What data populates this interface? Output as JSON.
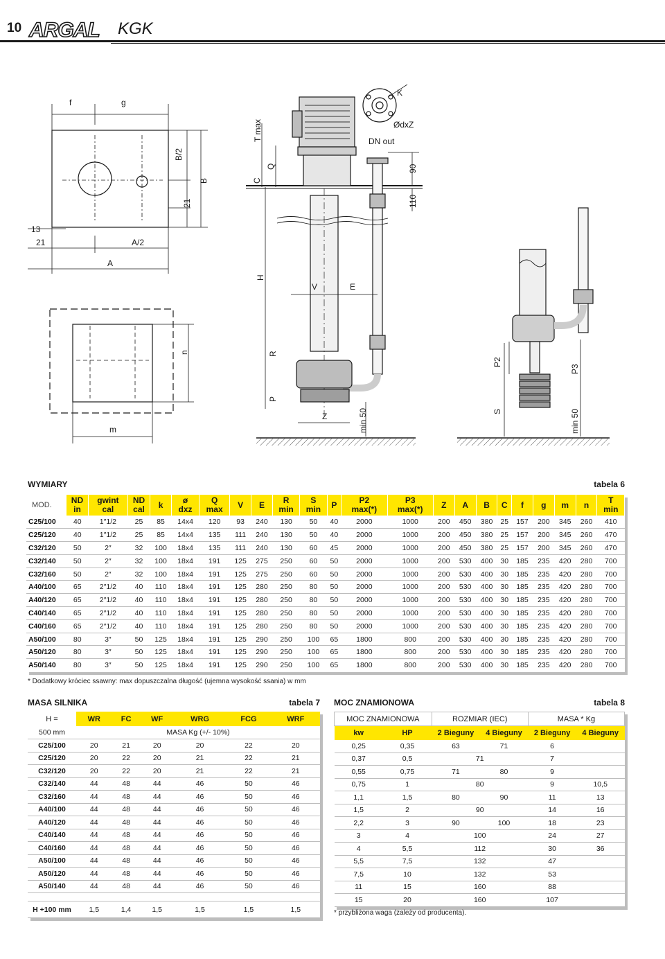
{
  "header": {
    "page_number": "10",
    "logo_text": "ARGAL",
    "model": "KGK"
  },
  "drawing_labels": {
    "f": "f",
    "g": "g",
    "b_half": "B/2",
    "b": "B",
    "d21_v": "21",
    "d13": "13",
    "d21_h": "21",
    "a_half": "A/2",
    "a": "A",
    "n": "n",
    "m": "m",
    "t_max": "T max",
    "q": "Q",
    "c": "C",
    "h": "H",
    "v": "V",
    "e": "E",
    "r": "R",
    "p": "P",
    "z": "Z",
    "min50": "min 50",
    "dn_out": "DN out",
    "d90": "90",
    "d110": "110",
    "k": "K",
    "odxz": "ØdxZ",
    "p2": "P2",
    "p3": "P3",
    "s": "S",
    "min50_b": "min 50"
  },
  "table6": {
    "section_title": "WYMIARY",
    "label": "tabela 6",
    "headers": [
      {
        "top": "MOD.",
        "bottom": ""
      },
      {
        "top": "ND",
        "bottom": "in"
      },
      {
        "top": "gwint",
        "bottom": "cal"
      },
      {
        "top": "ND",
        "bottom": "cal"
      },
      {
        "top": "k",
        "bottom": ""
      },
      {
        "top": "ø",
        "bottom": "dxz"
      },
      {
        "top": "Q",
        "bottom": "max"
      },
      {
        "top": "V",
        "bottom": ""
      },
      {
        "top": "E",
        "bottom": ""
      },
      {
        "top": "R",
        "bottom": "min"
      },
      {
        "top": "S",
        "bottom": "min"
      },
      {
        "top": "P",
        "bottom": ""
      },
      {
        "top": "P2",
        "bottom": "max(*)"
      },
      {
        "top": "P3",
        "bottom": "max(*)"
      },
      {
        "top": "Z",
        "bottom": ""
      },
      {
        "top": "A",
        "bottom": ""
      },
      {
        "top": "B",
        "bottom": ""
      },
      {
        "top": "C",
        "bottom": ""
      },
      {
        "top": "f",
        "bottom": ""
      },
      {
        "top": "g",
        "bottom": ""
      },
      {
        "top": "m",
        "bottom": ""
      },
      {
        "top": "n",
        "bottom": ""
      },
      {
        "top": "T",
        "bottom": "min"
      }
    ],
    "rows": [
      [
        "C25/100",
        "40",
        "1″1/2",
        "25",
        "85",
        "14x4",
        "120",
        "93",
        "240",
        "130",
        "50",
        "40",
        "2000",
        "1000",
        "200",
        "450",
        "380",
        "25",
        "157",
        "200",
        "345",
        "260",
        "410"
      ],
      [
        "C25/120",
        "40",
        "1″1/2",
        "25",
        "85",
        "14x4",
        "135",
        "111",
        "240",
        "130",
        "50",
        "40",
        "2000",
        "1000",
        "200",
        "450",
        "380",
        "25",
        "157",
        "200",
        "345",
        "260",
        "470"
      ],
      [
        "C32/120",
        "50",
        "2″",
        "32",
        "100",
        "18x4",
        "135",
        "111",
        "240",
        "130",
        "60",
        "45",
        "2000",
        "1000",
        "200",
        "450",
        "380",
        "25",
        "157",
        "200",
        "345",
        "260",
        "470"
      ],
      [
        "C32/140",
        "50",
        "2″",
        "32",
        "100",
        "18x4",
        "191",
        "125",
        "275",
        "250",
        "60",
        "50",
        "2000",
        "1000",
        "200",
        "530",
        "400",
        "30",
        "185",
        "235",
        "420",
        "280",
        "700"
      ],
      [
        "C32/160",
        "50",
        "2″",
        "32",
        "100",
        "18x4",
        "191",
        "125",
        "275",
        "250",
        "60",
        "50",
        "2000",
        "1000",
        "200",
        "530",
        "400",
        "30",
        "185",
        "235",
        "420",
        "280",
        "700"
      ],
      [
        "A40/100",
        "65",
        "2″1/2",
        "40",
        "110",
        "18x4",
        "191",
        "125",
        "280",
        "250",
        "80",
        "50",
        "2000",
        "1000",
        "200",
        "530",
        "400",
        "30",
        "185",
        "235",
        "420",
        "280",
        "700"
      ],
      [
        "A40/120",
        "65",
        "2″1/2",
        "40",
        "110",
        "18x4",
        "191",
        "125",
        "280",
        "250",
        "80",
        "50",
        "2000",
        "1000",
        "200",
        "530",
        "400",
        "30",
        "185",
        "235",
        "420",
        "280",
        "700"
      ],
      [
        "C40/140",
        "65",
        "2″1/2",
        "40",
        "110",
        "18x4",
        "191",
        "125",
        "280",
        "250",
        "80",
        "50",
        "2000",
        "1000",
        "200",
        "530",
        "400",
        "30",
        "185",
        "235",
        "420",
        "280",
        "700"
      ],
      [
        "C40/160",
        "65",
        "2″1/2",
        "40",
        "110",
        "18x4",
        "191",
        "125",
        "280",
        "250",
        "80",
        "50",
        "2000",
        "1000",
        "200",
        "530",
        "400",
        "30",
        "185",
        "235",
        "420",
        "280",
        "700"
      ],
      [
        "A50/100",
        "80",
        "3″",
        "50",
        "125",
        "18x4",
        "191",
        "125",
        "290",
        "250",
        "100",
        "65",
        "1800",
        "800",
        "200",
        "530",
        "400",
        "30",
        "185",
        "235",
        "420",
        "280",
        "700"
      ],
      [
        "A50/120",
        "80",
        "3″",
        "50",
        "125",
        "18x4",
        "191",
        "125",
        "290",
        "250",
        "100",
        "65",
        "1800",
        "800",
        "200",
        "530",
        "400",
        "30",
        "185",
        "235",
        "420",
        "280",
        "700"
      ],
      [
        "A50/140",
        "80",
        "3″",
        "50",
        "125",
        "18x4",
        "191",
        "125",
        "290",
        "250",
        "100",
        "65",
        "1800",
        "800",
        "200",
        "530",
        "400",
        "30",
        "185",
        "235",
        "420",
        "280",
        "700"
      ]
    ],
    "footnote": "* Dodatkowy króciec ssawny: max dopuszczalna długość (ujemna wysokość ssania) w mm"
  },
  "table7": {
    "section_title": "MASA SILNIKA",
    "label": "tabela 7",
    "h_label": "H =",
    "h_value": "500 mm",
    "columns": [
      "WR",
      "FC",
      "WF",
      "WRG",
      "FCG",
      "WRF"
    ],
    "subheader": "MASA Kg   (+/- 10%)",
    "rows": [
      [
        "C25/100",
        "20",
        "21",
        "20",
        "20",
        "22",
        "20"
      ],
      [
        "C25/120",
        "20",
        "22",
        "20",
        "21",
        "22",
        "21"
      ],
      [
        "C32/120",
        "20",
        "22",
        "20",
        "21",
        "22",
        "21"
      ],
      [
        "C32/140",
        "44",
        "48",
        "44",
        "46",
        "50",
        "46"
      ],
      [
        "C32/160",
        "44",
        "48",
        "44",
        "46",
        "50",
        "46"
      ],
      [
        "A40/100",
        "44",
        "48",
        "44",
        "46",
        "50",
        "46"
      ],
      [
        "A40/120",
        "44",
        "48",
        "44",
        "46",
        "50",
        "46"
      ],
      [
        "C40/140",
        "44",
        "48",
        "44",
        "46",
        "50",
        "46"
      ],
      [
        "C40/160",
        "44",
        "48",
        "44",
        "46",
        "50",
        "46"
      ],
      [
        "A50/100",
        "44",
        "48",
        "44",
        "46",
        "50",
        "46"
      ],
      [
        "A50/120",
        "44",
        "48",
        "44",
        "46",
        "50",
        "46"
      ],
      [
        "A50/140",
        "44",
        "48",
        "44",
        "46",
        "50",
        "46"
      ]
    ],
    "extra_row": [
      "H +100 mm",
      "1,5",
      "1,4",
      "1,5",
      "1,5",
      "1,5",
      "1,5"
    ]
  },
  "table8": {
    "section_title": "MOC ZNAMIONOWA",
    "label": "tabela 8",
    "group_headers": [
      "MOC ZNAMIONOWA",
      "ROZMIAR (IEC)",
      "MASA * Kg"
    ],
    "columns": [
      "kw",
      "HP",
      "2 Bieguny",
      "4 Bieguny",
      "2 Bieguny",
      "4 Bieguny"
    ],
    "rows": [
      [
        "0,25",
        "0,35",
        "63",
        "71",
        "6",
        ""
      ],
      [
        "0,37",
        "0,5",
        "71",
        "",
        "7",
        ""
      ],
      [
        "0,55",
        "0,75",
        "71",
        "80",
        "9",
        ""
      ],
      [
        "0,75",
        "1",
        "80",
        "",
        "9",
        "10,5"
      ],
      [
        "1,1",
        "1,5",
        "80",
        "90",
        "11",
        "13"
      ],
      [
        "1,5",
        "2",
        "90",
        "",
        "14",
        "16"
      ],
      [
        "2,2",
        "3",
        "90",
        "100",
        "18",
        "23"
      ],
      [
        "3",
        "4",
        "100",
        "",
        "24",
        "27"
      ],
      [
        "4",
        "5,5",
        "112",
        "",
        "30",
        "36"
      ],
      [
        "5,5",
        "7,5",
        "132",
        "",
        "47",
        ""
      ],
      [
        "7,5",
        "10",
        "132",
        "",
        "53",
        ""
      ],
      [
        "11",
        "15",
        "160",
        "",
        "88",
        ""
      ],
      [
        "15",
        "20",
        "160",
        "",
        "107",
        ""
      ]
    ],
    "footnote": "* przybliżona waga (zależy od producenta)."
  }
}
